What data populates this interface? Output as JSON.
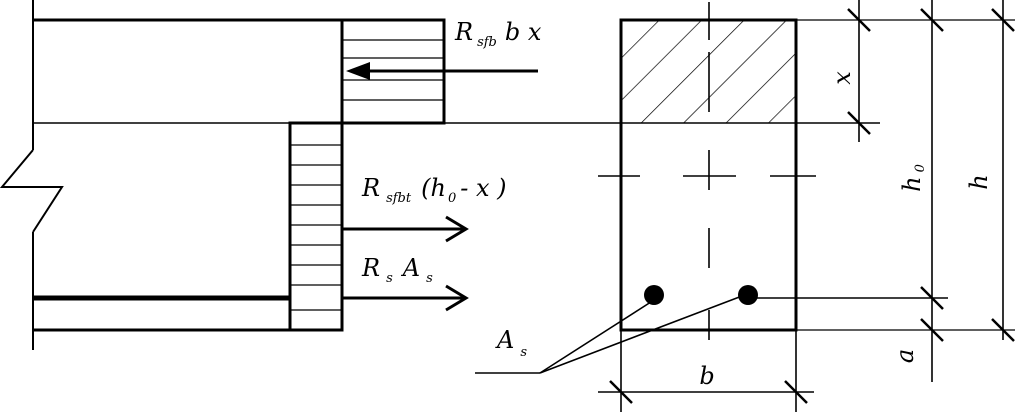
{
  "labels": {
    "top_force": {
      "R": "R",
      "sub": "sfb",
      "tail": "b x"
    },
    "mid_force": {
      "R": "R",
      "sub": "sfbt",
      "open": "(h",
      "sub0": "0",
      "tail": "- x )"
    },
    "steel_force": {
      "R": "R",
      "sub": "s",
      "A": "A",
      "sub2": "s"
    },
    "steel_area": {
      "A": "A",
      "sub": "s"
    },
    "dim_x": "x",
    "dim_h0": {
      "h": "h",
      "sub": "0"
    },
    "dim_h": "h",
    "dim_b": "b",
    "dim_a": "a"
  }
}
